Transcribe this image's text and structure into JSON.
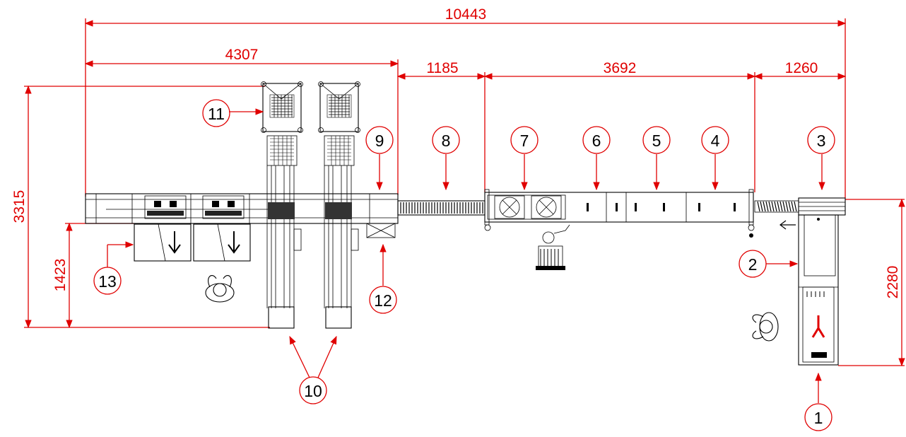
{
  "dimensions": {
    "overall_length": "10443",
    "left_section": "4307",
    "gap_section": "1185",
    "middle_section": "3692",
    "right_section": "1260",
    "overall_height": "3315",
    "lower_height": "1423",
    "right_height": "2280"
  },
  "callouts": [
    "1",
    "2",
    "3",
    "4",
    "5",
    "6",
    "7",
    "8",
    "9",
    "10",
    "11",
    "12",
    "13"
  ],
  "colors": {
    "dimension": "#e00000",
    "drawing": "#000000"
  }
}
